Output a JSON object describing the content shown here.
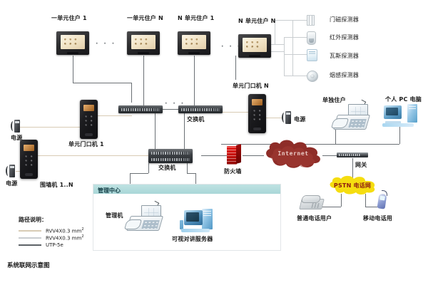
{
  "diagram": {
    "caption": "系统联网示意图",
    "title_text": "系统联网示意图"
  },
  "residents": [
    {
      "label": "一单元住户 1",
      "device": "indoor-monitor"
    },
    {
      "label": "一单元住户 N",
      "device": "indoor-monitor"
    },
    {
      "label": "N 单元住户 1",
      "device": "indoor-monitor"
    },
    {
      "label": "N 单元住户 N",
      "device": "indoor-monitor"
    }
  ],
  "sensors": [
    {
      "label": "门磁探测器",
      "icon": "door-magnet-sensor-icon"
    },
    {
      "label": "红外探测器",
      "icon": "infrared-sensor-icon"
    },
    {
      "label": "瓦斯探测器",
      "icon": "gas-sensor-icon"
    },
    {
      "label": "烟感探测器",
      "icon": "smoke-sensor-icon"
    }
  ],
  "door_stations": [
    {
      "label": "单元门口机 1",
      "power_label": "电源"
    },
    {
      "label": "围墙机 1..N",
      "power_label": "电源"
    },
    {
      "label": "单元门口机 N",
      "power_label": "电源"
    }
  ],
  "switches": [
    {
      "label": "交换机"
    },
    {
      "label": "交换机"
    },
    {
      "label": "交换机"
    }
  ],
  "network": {
    "firewall_label": "防火墙",
    "internet_label": "Internet",
    "gateway_label": "网关",
    "pstn_label": "PSTN 电话网",
    "pstn_color": "#f5dd10",
    "internet_color": "#8e2d28",
    "firewall_color": "#d0120e"
  },
  "management_center": {
    "header": "管理中心",
    "header_color": "#b3dcdd",
    "items": [
      {
        "label": "管理机",
        "icon": "management-phone-icon"
      },
      {
        "label": "可视对讲服务器",
        "icon": "server-icon"
      }
    ]
  },
  "subscribers": [
    {
      "label": "单独住户",
      "icon": "resident-videophone-icon"
    },
    {
      "label": "个人 PC 电脑",
      "icon": "personal-computer-icon"
    },
    {
      "label": "普通电话用户",
      "icon": "analog-telephone-icon"
    },
    {
      "label": "移动电话用",
      "icon": "mobile-phone-icon"
    }
  ],
  "legend": {
    "title": "路径说明：",
    "entries": [
      {
        "label": "RVV4X0.3 mm",
        "unit": "2",
        "color": "#d8cbb4"
      },
      {
        "label": "RVV4X0.3 mm",
        "unit": "2",
        "color": "#c9cdd0"
      },
      {
        "label": "UTP-5e",
        "unit": "",
        "color": "#5d6367"
      }
    ]
  },
  "ellipsis": {
    "horizontal": "· · ·",
    "mid": "· · ·"
  }
}
